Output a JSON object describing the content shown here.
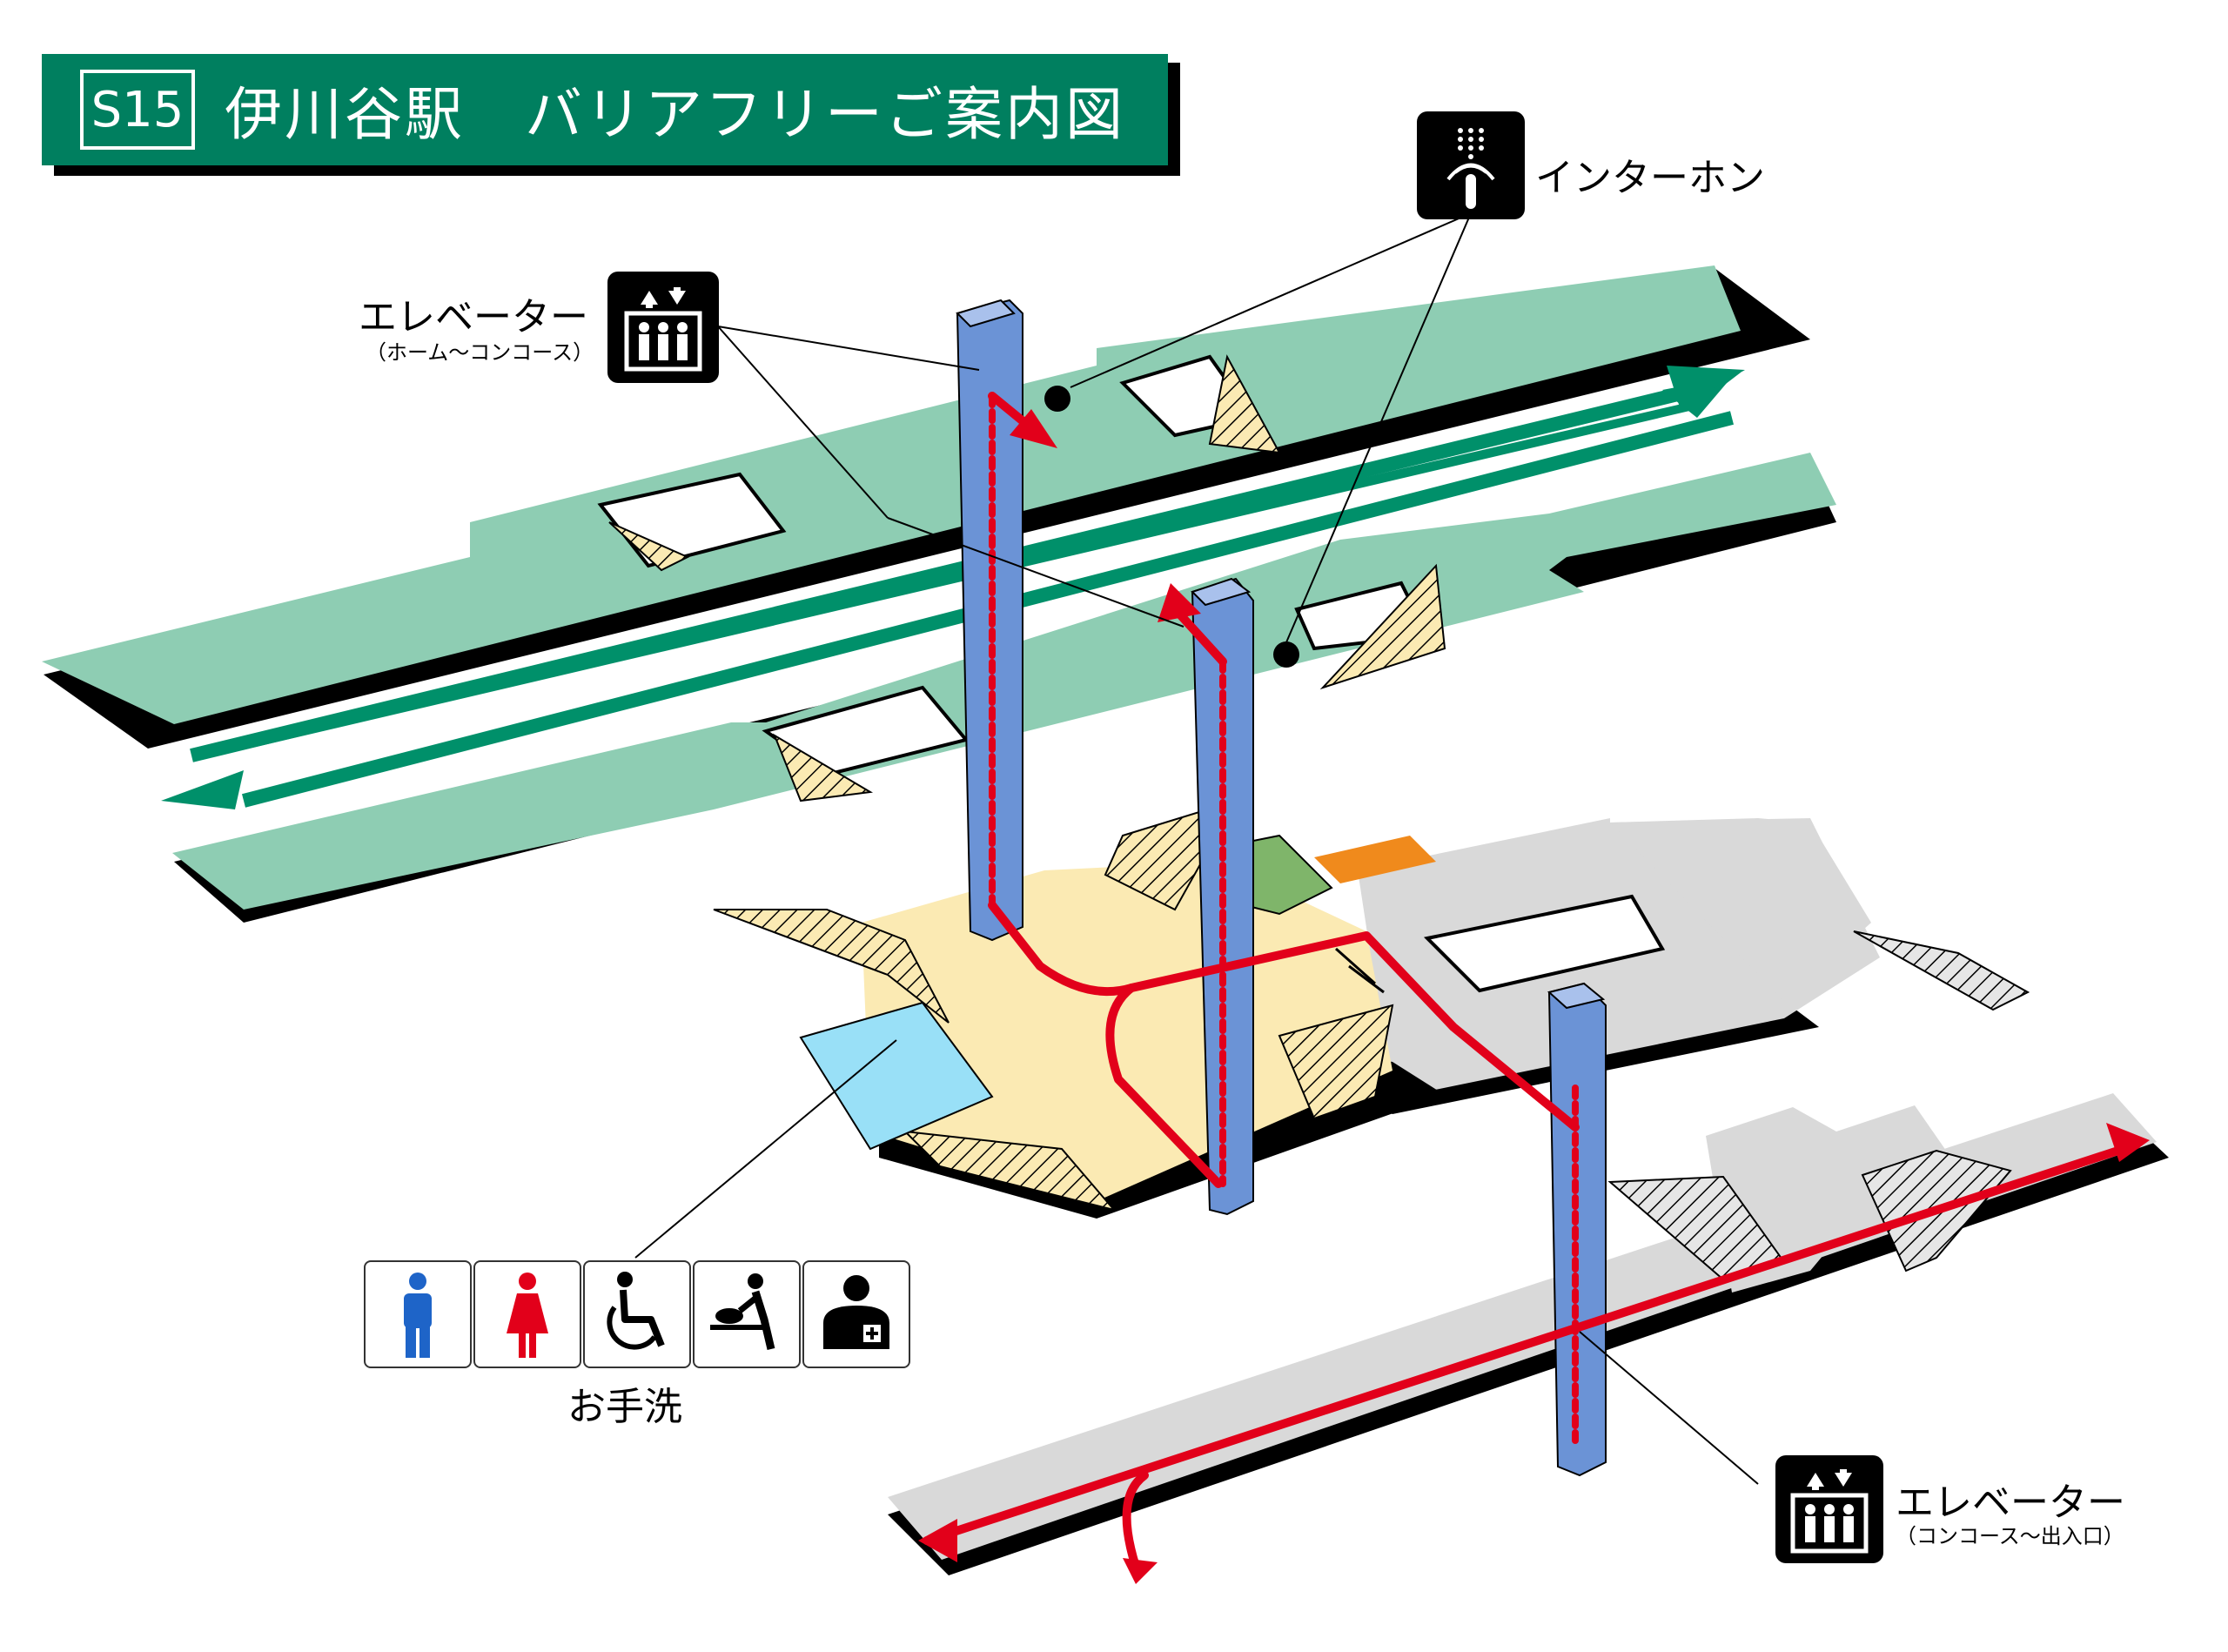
{
  "title": {
    "code": "S15",
    "text": "伊川谷駅　バリアフリーご案内図"
  },
  "labels": {
    "elevator_platform": {
      "name": "エレベーター",
      "sub": "（ホーム〜コンコース）"
    },
    "elevator_exit": {
      "name": "エレベーター",
      "sub": "（コンコース〜出入口）"
    },
    "intercom": "インターホン",
    "toilet": "お手洗"
  },
  "amenity_icons": [
    "mens-toilet-icon",
    "womens-toilet-icon",
    "wheelchair-icon",
    "baby-changing-icon",
    "ostomate-icon"
  ],
  "colors": {
    "title_green": "#007f5f",
    "platform_green": "#8ecdb3",
    "track_green": "#00906a",
    "route_red": "#e2001a",
    "elevator_blue": "#6b93d6",
    "concourse_yellow": "#fbeab3",
    "floor_gray": "#d9d9d9",
    "toilet_blue": "#99e0f7",
    "office_green": "#7fb56a",
    "orange": "#f08a1c",
    "mens_blue": "#1e64c8",
    "womens_red": "#e2001a"
  }
}
